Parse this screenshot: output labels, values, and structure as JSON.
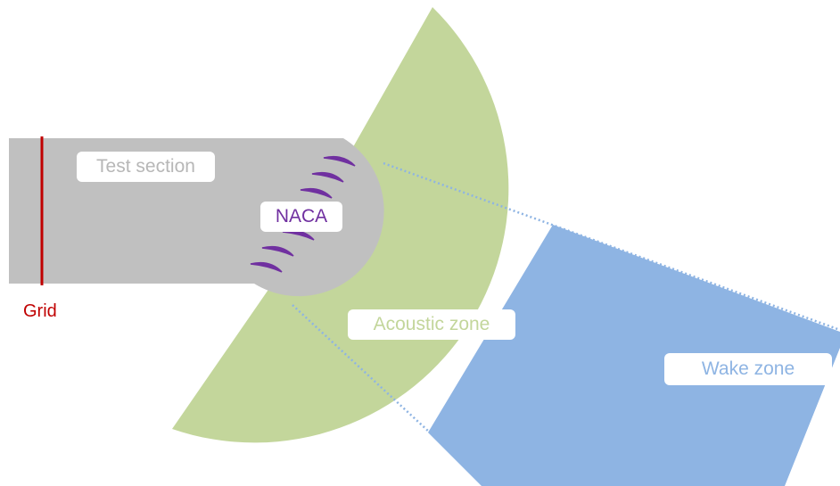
{
  "labels": {
    "test_section": "Test section",
    "naca": "NACA",
    "acoustic_zone": "Acoustic zone",
    "wake_zone": "Wake zone",
    "grid": "Grid"
  },
  "colors": {
    "test_section": "#c0c0c0",
    "acoustic_zone": "#c3d69b",
    "wake_zone": "#8eb4e3",
    "grid": "#c00000",
    "airfoils": "#7030a0",
    "test_section_text": "#b7b7b7",
    "acoustic_text": "#c3d69b",
    "wake_text": "#8eb4e3",
    "dotted_line": "#8eb4e3"
  },
  "airfoil_count": 6
}
